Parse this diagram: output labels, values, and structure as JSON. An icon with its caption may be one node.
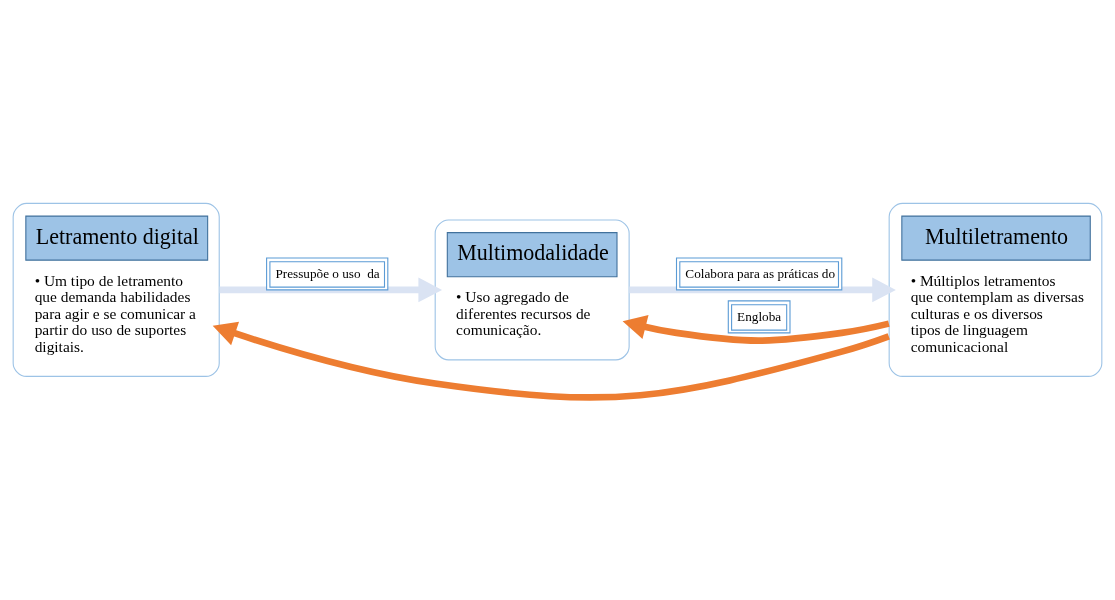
{
  "diagram": {
    "nodes": [
      {
        "text": [
          "Letramento digital",
          "• Um tipo de letramento que demanda habilidades para agir e se comunicar a partir do uso de suportes digitais."
        ]
      },
      {
        "text": [
          "Multimodalidade",
          "• Uso agregado de diferentes recursos de comunicação."
        ]
      },
      {
        "text": [
          "Multiletramento",
          "• Múltiplos letramentos que contemplam as diversas culturas e os diversos tipos de linguagem comunicacional"
        ]
      }
    ],
    "edges": [
      {
        "from": 0,
        "to": 1,
        "arrow": "to",
        "label": "Pressupõe o uso  da",
        "color": "#dae3f3"
      },
      {
        "from": 1,
        "to": 2,
        "arrow": "to",
        "label": "Colabora para as práticas do",
        "color": "#dae3f3"
      },
      {
        "from": 2,
        "to": 1,
        "arrow": "to",
        "label": "Engloba",
        "color": "#ed7d31"
      },
      {
        "from": 2,
        "to": 0,
        "arrow": "to",
        "color": "#ed7d31"
      }
    ]
  }
}
